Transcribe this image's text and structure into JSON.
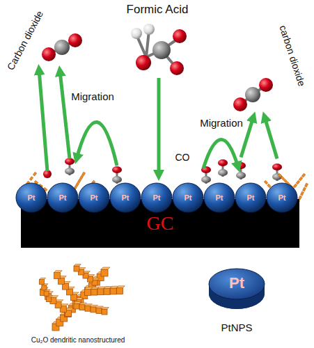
{
  "diagram": {
    "nodes": [
      {
        "text": [
          "GC"
        ]
      },
      {
        "text": [
          "Pt"
        ]
      },
      {
        "text": [
          "Pt"
        ]
      },
      {
        "text": [
          "Pt"
        ]
      },
      {
        "text": [
          "Pt"
        ]
      },
      {
        "text": [
          "Pt"
        ]
      },
      {
        "text": [
          "Pt"
        ]
      },
      {
        "text": [
          "Pt"
        ]
      },
      {
        "text": [
          "Pt"
        ]
      },
      {
        "text": [
          "Pt"
        ]
      },
      {
        "text": [
          "Pt"
        ]
      }
    ],
    "labels": [
      "Formic Acid",
      "Carbon dioxide",
      "Migration",
      "CO",
      "Migration",
      "carbon dioxide",
      "Cu₂O dendritic nanostructured",
      "PtNPS"
    ]
  }
}
